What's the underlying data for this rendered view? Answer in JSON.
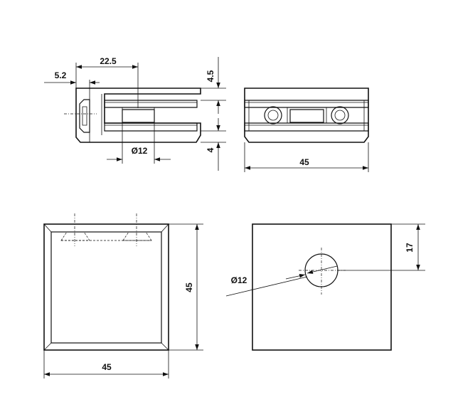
{
  "dims": {
    "side_hole_offset": "5.2",
    "side_depth": "22.5",
    "side_top_gap": "4.5",
    "side_bottom_gap": "4",
    "side_hole_dia": "Ø12",
    "front_width": "45",
    "plan_width": "45",
    "plan_height": "45",
    "back_hole_dia": "Ø12",
    "back_hole_offset": "17"
  }
}
